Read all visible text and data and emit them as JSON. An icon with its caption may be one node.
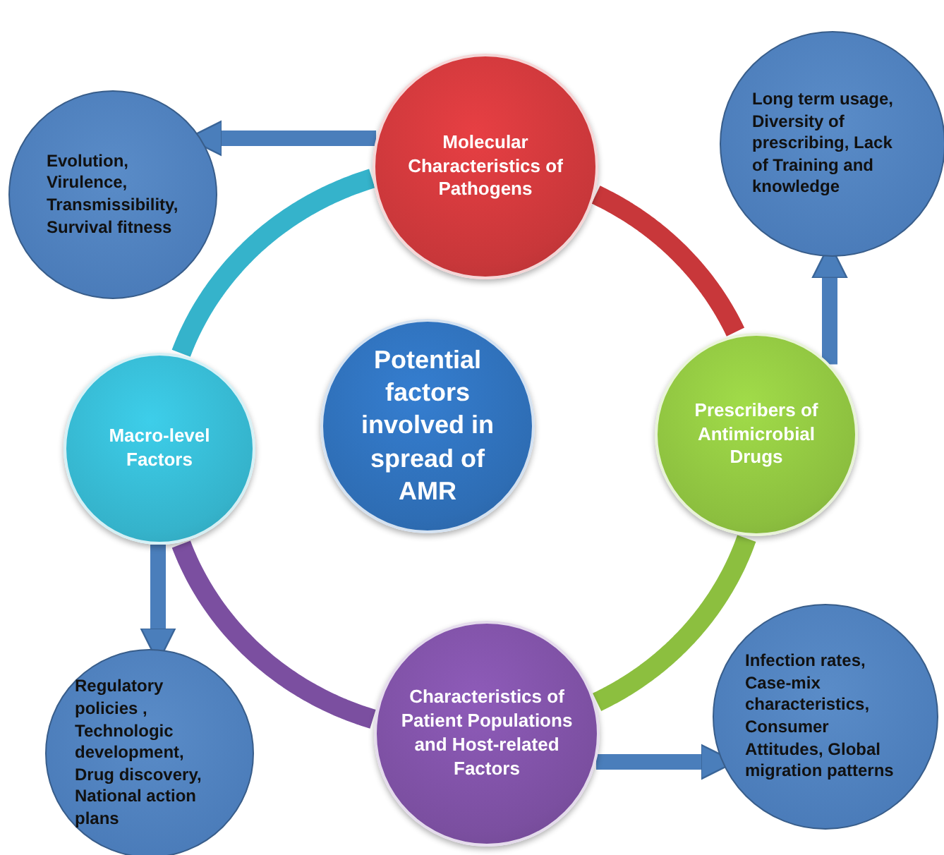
{
  "diagram": {
    "nodes": [
      {
        "text": [
          "Evolution, Virulence, Transmissibility, Survival fitness"
        ]
      },
      {
        "text": [
          "Molecular Characteristics of Pathogens"
        ]
      },
      {
        "text": [
          "Long term usage, Diversity of prescribing, Lack of Training and knowledge"
        ]
      },
      {
        "text": [
          "Macro-level Factors"
        ]
      },
      {
        "text": [
          "Potential factors involved in spread of AMR"
        ]
      },
      {
        "text": [
          "Prescribers of Antimicrobial Drugs"
        ]
      },
      {
        "text": [
          "Regulatory policies , Technologic development, Drug discovery, National action plans"
        ]
      },
      {
        "text": [
          "Characteristics of Patient Populations and Host-related Factors"
        ]
      },
      {
        "text": [
          "Infection rates, Case-mix characteristics, Consumer Attitudes, Global migration patterns"
        ]
      }
    ],
    "edges": [
      {
        "from": 1,
        "to": 5,
        "arrow": "none",
        "color": "#c8373a"
      },
      {
        "from": 5,
        "to": 7,
        "arrow": "none",
        "color": "#8cbf3f"
      },
      {
        "from": 7,
        "to": 3,
        "arrow": "none",
        "color": "#7b4fa0"
      },
      {
        "from": 3,
        "to": 1,
        "arrow": "none",
        "color": "#35b3cb"
      },
      {
        "from": 1,
        "to": 0,
        "arrow": "to"
      },
      {
        "from": 5,
        "to": 2,
        "arrow": "to"
      },
      {
        "from": 3,
        "to": 6,
        "arrow": "to"
      },
      {
        "from": 7,
        "to": 8,
        "arrow": "to"
      }
    ]
  }
}
